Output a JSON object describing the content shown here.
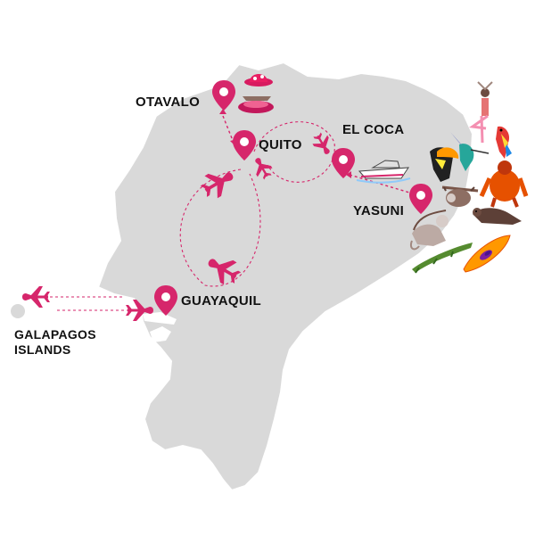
{
  "map": {
    "colors": {
      "land": "#d9d9d9",
      "land_stroke": "#ffffff",
      "accent": "#d6266b",
      "route": "#d6266b",
      "text": "#111111"
    },
    "places": {
      "otavalo": "OTAVALO",
      "quito": "QUITO",
      "el_coca": "EL COCA",
      "yasuni": "YASUNI",
      "guayaquil": "GUAYAQUIL",
      "galapagos_line1": "GALAPAGOS",
      "galapagos_line2": "ISLANDS"
    },
    "icons": [
      "location-pin-icon",
      "airplane-icon",
      "boat-icon",
      "market-hat-icon",
      "yoga-person-icon",
      "macaw-icon",
      "toucan-icon",
      "hummingbird-icon",
      "sloth-icon",
      "orangutan-icon",
      "otter-icon",
      "monkey-icon",
      "caiman-icon",
      "kayak-icon"
    ]
  }
}
